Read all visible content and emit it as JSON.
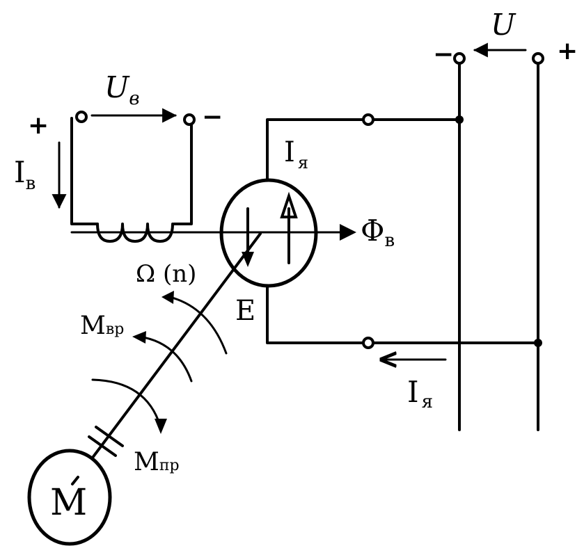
{
  "labels": {
    "supply_voltage": "U",
    "supply_minus": "−",
    "supply_plus": "+",
    "field_voltage_main": "U",
    "field_voltage_sub": "в",
    "field_plus": "+",
    "field_minus": "−",
    "field_current_main": "I",
    "field_current_sub": "в",
    "armature_current_top_main": "I",
    "armature_current_top_sub": "я",
    "flux_main": "Φ",
    "flux_sub": "в",
    "speed": "Ω (n)",
    "emf": "E",
    "torque_em_main": "M",
    "torque_em_sub": "вр",
    "torque_drive_main": "M",
    "torque_drive_sub": "пр",
    "armature_current_bottom_main": "I",
    "armature_current_bottom_sub": "я",
    "motor": "M"
  }
}
